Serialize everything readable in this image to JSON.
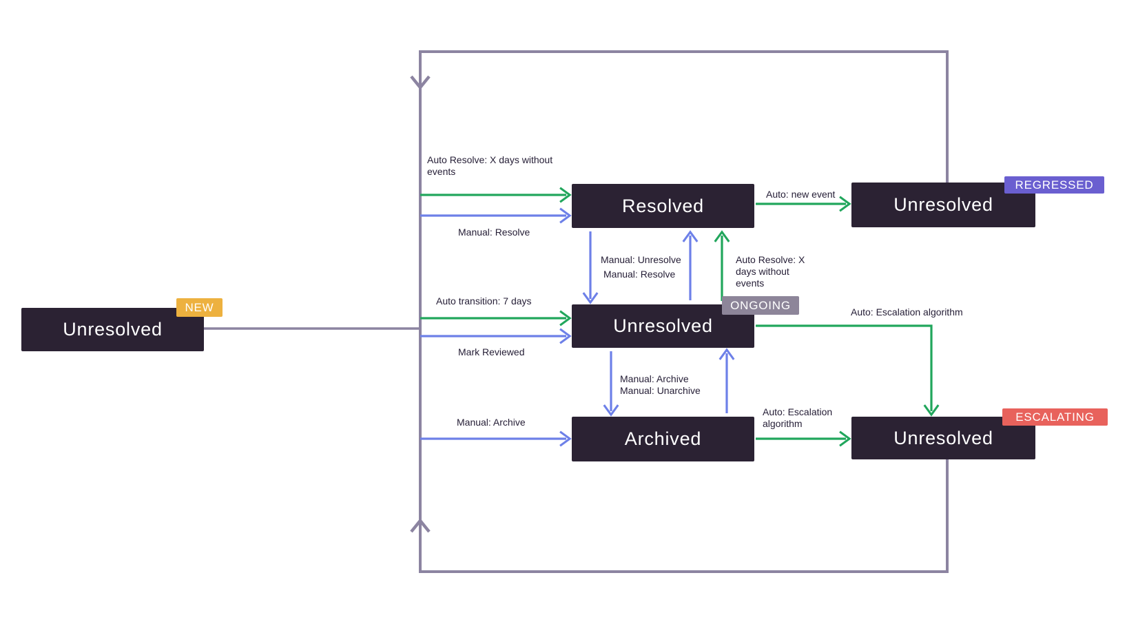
{
  "colors": {
    "background": "#ffffff",
    "box_bg": "#2b2233",
    "box_text": "#ffffff",
    "green": "#21a65c",
    "blue": "#6d80e8",
    "loop": "#8c84a1",
    "label_text": "#241d35",
    "badge_new": "#edb13f",
    "badge_ongoing": "#8d8599",
    "badge_regressed": "#6a5fd0",
    "badge_escalating": "#e8625c"
  },
  "nodes": {
    "new": {
      "label": "Unresolved",
      "badge": "NEW"
    },
    "resolved": {
      "label": "Resolved"
    },
    "ongoing": {
      "label": "Unresolved",
      "badge": "ONGOING"
    },
    "archived": {
      "label": "Archived"
    },
    "regressed": {
      "label": "Unresolved",
      "badge": "REGRESSED"
    },
    "escalating": {
      "label": "Unresolved",
      "badge": "ESCALATING"
    }
  },
  "transitions": {
    "trunk_to_resolved_auto": "Auto Resolve: X days without events",
    "trunk_to_resolved_manual": "Manual: Resolve",
    "resolved_to_ongoing_manual": "Manual: Unresolve",
    "ongoing_to_resolved_manual": "Manual: Resolve",
    "ongoing_to_resolved_auto": "Auto Resolve: X days without events",
    "resolved_to_regressed_auto": "Auto: new event",
    "trunk_to_ongoing_auto": "Auto transition: 7 days",
    "trunk_to_ongoing_manual": "Mark Reviewed",
    "ongoing_to_escalating_auto": "Auto: Escalation algorithm",
    "ongoing_to_archived_manual": "Manual: Archive",
    "archived_to_ongoing_manual": "Manual: Unarchive",
    "trunk_to_archived_manual": "Manual: Archive",
    "archived_to_escalating_auto": "Auto: Escalation algorithm"
  }
}
